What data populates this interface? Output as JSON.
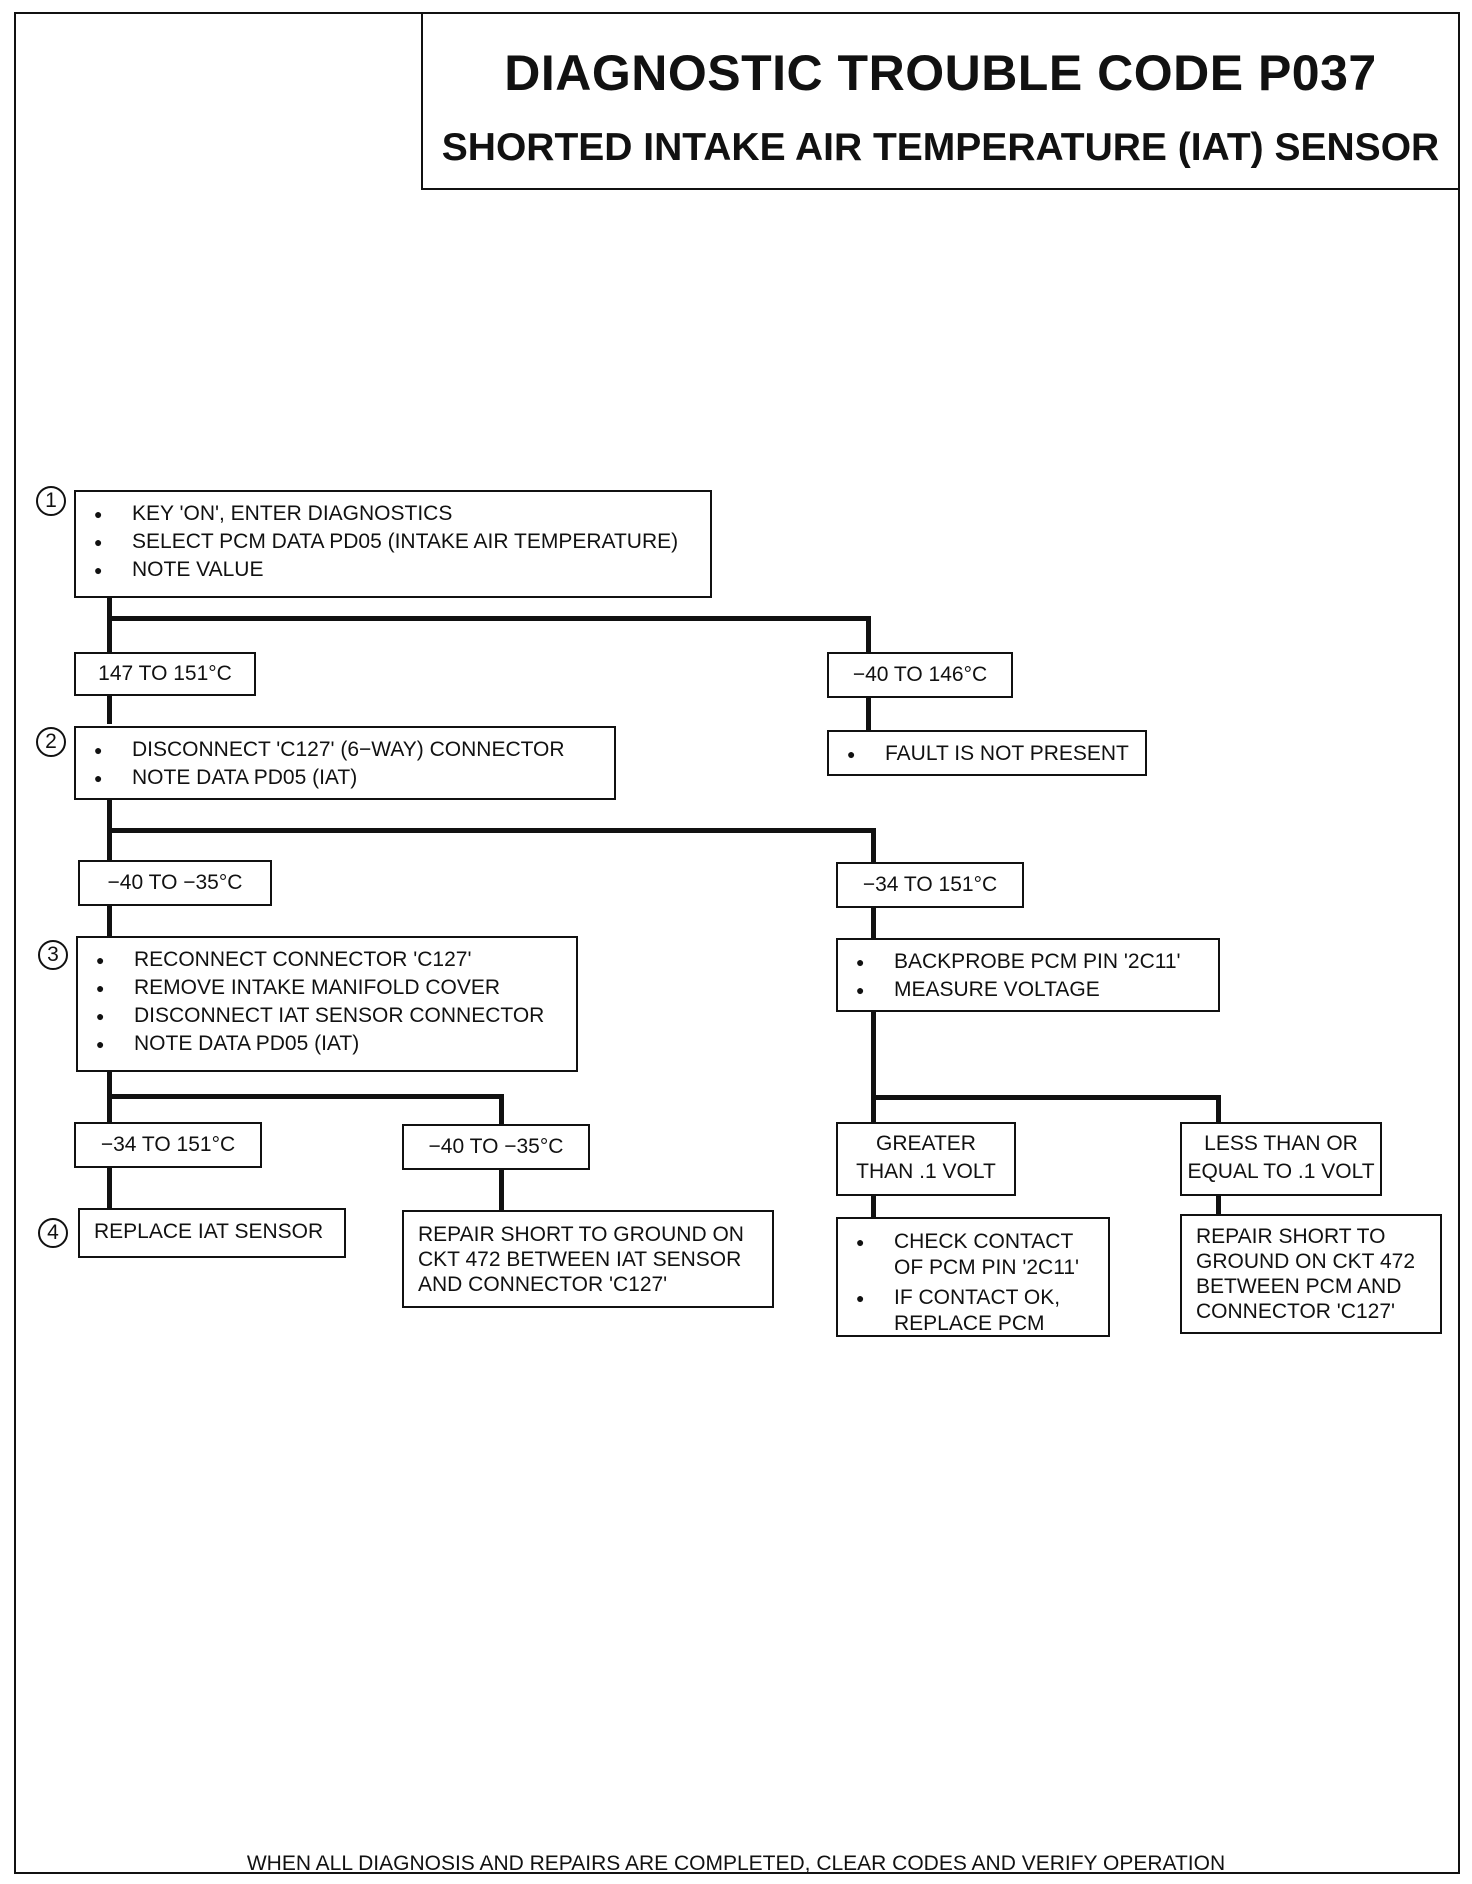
{
  "title": {
    "main": "DIAGNOSTIC TROUBLE CODE P037",
    "sub": "SHORTED INTAKE AIR TEMPERATURE (IAT) SENSOR"
  },
  "steps": [
    "1",
    "2",
    "3",
    "4"
  ],
  "step1": {
    "items": [
      "KEY 'ON', ENTER DIAGNOSTICS",
      "SELECT PCM DATA PD05 (INTAKE AIR TEMPERATURE)",
      "NOTE VALUE"
    ]
  },
  "branch1": {
    "left": "147 TO 151°C",
    "right": "−40 TO 146°C"
  },
  "fault_not_present": "FAULT IS NOT PRESENT",
  "step2": {
    "items": [
      "DISCONNECT 'C127' (6−WAY) CONNECTOR",
      "NOTE DATA PD05 (IAT)"
    ]
  },
  "branch2": {
    "left": "−40 TO −35°C",
    "right": "−34 TO 151°C"
  },
  "step3": {
    "items": [
      "RECONNECT CONNECTOR 'C127'",
      "REMOVE INTAKE MANIFOLD  COVER",
      "DISCONNECT IAT SENSOR CONNECTOR",
      "NOTE DATA PD05 (IAT)"
    ]
  },
  "backprobe": {
    "items": [
      "BACKPROBE PCM PIN '2C11'",
      "MEASURE VOLTAGE"
    ]
  },
  "branch3": {
    "left": "−34 TO 151°C",
    "right": "−40 TO −35°C"
  },
  "branch4": {
    "left": [
      "GREATER",
      "THAN .1 VOLT"
    ],
    "right": [
      "LESS THAN OR",
      "EQUAL TO .1 VOLT"
    ]
  },
  "replace_iat": "REPLACE IAT SENSOR",
  "repair_short_iat": [
    "REPAIR SHORT TO GROUND ON",
    "CKT 472 BETWEEN IAT SENSOR",
    "AND CONNECTOR 'C127'"
  ],
  "check_contact": {
    "items": [
      [
        "CHECK CONTACT",
        "OF PCM PIN '2C11'"
      ],
      [
        "IF CONTACT OK,",
        "REPLACE PCM"
      ]
    ]
  },
  "repair_short_pcm": [
    "REPAIR SHORT TO",
    "GROUND ON CKT 472",
    "BETWEEN PCM AND",
    "CONNECTOR 'C127'"
  ],
  "footer": "WHEN ALL DIAGNOSIS AND REPAIRS ARE COMPLETED, CLEAR CODES AND VERIFY OPERATION"
}
